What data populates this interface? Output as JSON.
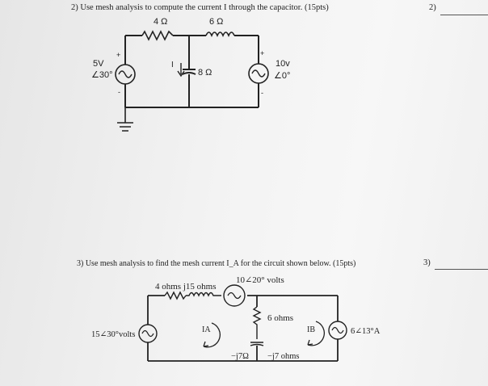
{
  "q2": {
    "prompt": "2) Use mesh analysis to compute the current I through the capacitor. (15pts)",
    "answer_label": "2)",
    "circuit": {
      "r1": "4 Ω",
      "r2": "6 Ω",
      "source_left_mag": "5V",
      "source_left_ang": "∠30°",
      "source_right_mag": "10v",
      "source_right_ang": "∠0°",
      "cap_label": "8 Ω",
      "current_label": "I",
      "plus": "+",
      "minus": "-"
    }
  },
  "q3": {
    "prompt": "3) Use mesh analysis to find the mesh current I_A for the circuit shown below. (15pts)",
    "answer_label": "3)",
    "circuit": {
      "top_source": "10∠20° volts",
      "series_elems": "4 ohms j15 ohms",
      "left_source": "15∠30°volts",
      "mid_resistor": "6 ohms",
      "cap_left": "−j7Ω",
      "cap_right": "−j7 ohms",
      "right_source": "6∠13°A",
      "mesh_a": "IA",
      "mesh_b": "IB"
    }
  }
}
